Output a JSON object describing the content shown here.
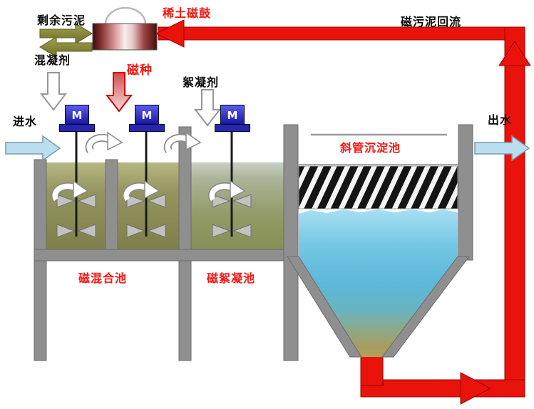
{
  "diagram": {
    "labels": {
      "excess_sludge": "剩余污泥",
      "rare_earth_magnetic_drum": "稀土磁鼓",
      "magnetic_sludge_return": "磁污泥回流",
      "coagulant": "混凝剂",
      "magnetic_seed": "磁种",
      "flocculant": "絮凝剂",
      "inlet_water": "进水",
      "outlet_water": "出水",
      "inclined_tube_settling_tank": "斜管沉淀池",
      "magnetic_mixing_tank": "磁混合池",
      "magnetic_flocculation_tank": "磁絮凝池",
      "motor_letter": "M"
    },
    "colors": {
      "pipe_red": "#ea130b",
      "label_red": "#fb1410",
      "label_black": "#0a0a0a",
      "structure_grey": "#8f8f8f",
      "mixing_water_olive": "#8d8d58",
      "settling_water_blue": "#74c6e4",
      "cone_bottom_sludge": "#b0a058",
      "motor_blue": "#2626ae",
      "flow_arrow_blue": "#badff0",
      "sludge_arrow_olive": "#8a8a38"
    }
  }
}
